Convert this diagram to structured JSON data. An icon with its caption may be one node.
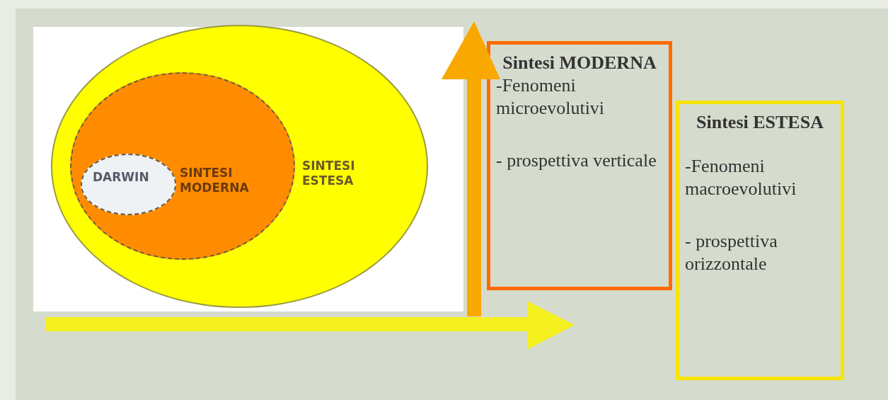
{
  "diagram": {
    "nodes": [
      {
        "text": [
          "SINTESI ESTESA"
        ]
      },
      {
        "text": [
          "SINTESI MODERNA"
        ],
        "in": 0
      },
      {
        "text": [
          "DARWIN"
        ],
        "in": 1
      },
      {
        "text": [
          "Sintesi MODERNA",
          "-Fenomeni microevolutivi",
          "- prospettiva verticale"
        ]
      },
      {
        "text": [
          "Sintesi ESTESA",
          "-Fenomeni macroevolutivi",
          "- prospettiva orizzontale"
        ]
      }
    ],
    "edges": []
  }
}
